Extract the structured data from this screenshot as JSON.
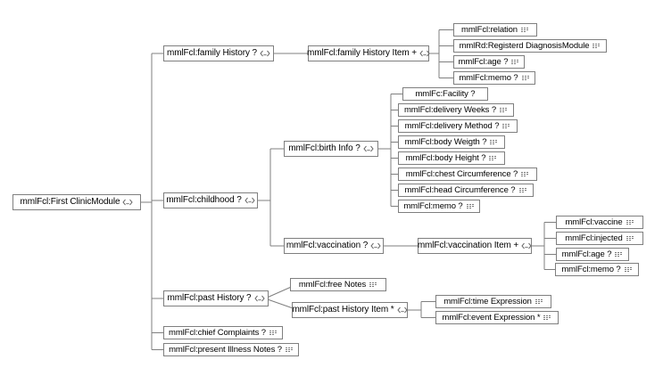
{
  "diagram": {
    "type": "xml-schema-content-model-tree",
    "root_element": "mmlFcl:First ClinicModule"
  },
  "colors": {
    "canvas": "#ffffff",
    "box_border": "#7f7f7f",
    "connector": "#7f7f7f",
    "text": "#000000",
    "icon": "#6a6a6a"
  },
  "icons": {
    "complex_content": "angle-brackets-with-dots-icon",
    "text_content": "dashed-lines-box-icon"
  },
  "nodes": {
    "root": {
      "label": "mmlFcl:First ClinicModule",
      "occurrence": "",
      "content": "complex"
    },
    "familyHistory": {
      "label": "mmlFcl:family History ?",
      "occurrence": "?",
      "content": "complex"
    },
    "familyHistoryItem": {
      "label": "mmlFcl:family History Item +",
      "occurrence": "+",
      "content": "complex"
    },
    "relation": {
      "label": "mmlFcl:relation",
      "occurrence": "",
      "content": "text"
    },
    "registerdDiagnosisModule": {
      "label": "mmlRd:Registerd DiagnosisModule",
      "occurrence": "",
      "content": "text"
    },
    "familyAge": {
      "label": "mmlFcl:age ?",
      "occurrence": "?",
      "content": "text"
    },
    "familyMemo": {
      "label": "mmlFcl:memo ?",
      "occurrence": "?",
      "content": "text"
    },
    "childhood": {
      "label": "mmlFcl:childhood ?",
      "occurrence": "?",
      "content": "complex"
    },
    "birthInfo": {
      "label": "mmlFcl:birth Info ?",
      "occurrence": "?",
      "content": "complex"
    },
    "facility": {
      "label": "mmlFc:Facility ?",
      "occurrence": "?",
      "content": "plain"
    },
    "deliveryWeeks": {
      "label": "mmlFcl:delivery Weeks ?",
      "occurrence": "?",
      "content": "text"
    },
    "deliveryMethod": {
      "label": "mmlFcl:delivery Method ?",
      "occurrence": "?",
      "content": "text"
    },
    "bodyWeigth": {
      "label": "mmlFcl:body Weigth ?",
      "occurrence": "?",
      "content": "text"
    },
    "bodyHeight": {
      "label": "mmlFcl:body Height ?",
      "occurrence": "?",
      "content": "text"
    },
    "chestCircumference": {
      "label": "mmlFcl:chest Circumference ?",
      "occurrence": "?",
      "content": "text"
    },
    "headCircumference": {
      "label": "mmlFcl:head Circumference ?",
      "occurrence": "?",
      "content": "text"
    },
    "birthMemo": {
      "label": "mmlFcl:memo ?",
      "occurrence": "?",
      "content": "text"
    },
    "vaccination": {
      "label": "mmlFcl:vaccination ?",
      "occurrence": "?",
      "content": "complex"
    },
    "vaccinationItem": {
      "label": "mmlFcl:vaccination Item +",
      "occurrence": "+",
      "content": "complex"
    },
    "vaccine": {
      "label": "mmlFcl:vaccine",
      "occurrence": "",
      "content": "text"
    },
    "injected": {
      "label": "mmlFcl:injected",
      "occurrence": "",
      "content": "text"
    },
    "vaccinationAge": {
      "label": "mmlFcl:age ?",
      "occurrence": "?",
      "content": "text"
    },
    "vaccinationMemo": {
      "label": "mmlFcl:memo ?",
      "occurrence": "?",
      "content": "text"
    },
    "pastHistory": {
      "label": "mmlFcl:past History ?",
      "occurrence": "?",
      "content": "complex"
    },
    "freeNotes": {
      "label": "mmlFcl:free Notes",
      "occurrence": "",
      "content": "text"
    },
    "pastHistoryItem": {
      "label": "mmlFcl:past History Item *",
      "occurrence": "*",
      "content": "complex"
    },
    "timeExpression": {
      "label": "mmlFcl:time Expression",
      "occurrence": "",
      "content": "text"
    },
    "eventExpression": {
      "label": "mmlFcl:event Expression *",
      "occurrence": "*",
      "content": "text"
    },
    "chiefComplaints": {
      "label": "mmlFcl:chief Complaints ?",
      "occurrence": "?",
      "content": "text"
    },
    "presentIllnessNotes": {
      "label": "mmlFcl:present Illness Notes ?",
      "occurrence": "?",
      "content": "text"
    }
  },
  "tree": {
    "root": [
      "familyHistory",
      "childhood",
      "pastHistory",
      "chiefComplaints",
      "presentIllnessNotes"
    ],
    "familyHistory": [
      "familyHistoryItem"
    ],
    "familyHistoryItem": [
      "relation",
      "registerdDiagnosisModule",
      "familyAge",
      "familyMemo"
    ],
    "childhood": [
      "birthInfo",
      "vaccination"
    ],
    "birthInfo": [
      "facility",
      "deliveryWeeks",
      "deliveryMethod",
      "bodyWeigth",
      "bodyHeight",
      "chestCircumference",
      "headCircumference",
      "birthMemo"
    ],
    "vaccination": [
      "vaccinationItem"
    ],
    "vaccinationItem": [
      "vaccine",
      "injected",
      "vaccinationAge",
      "vaccinationMemo"
    ],
    "pastHistory": [
      "freeNotes",
      "pastHistoryItem"
    ],
    "pastHistoryItem": [
      "timeExpression",
      "eventExpression"
    ]
  }
}
